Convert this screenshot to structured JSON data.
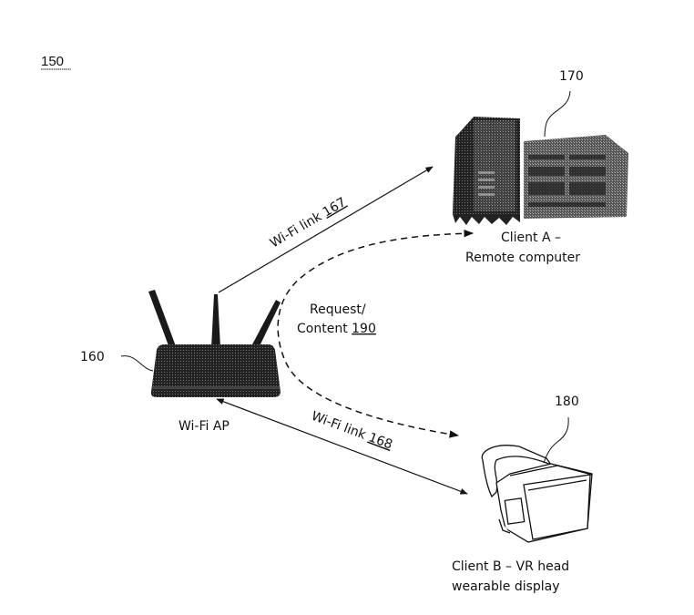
{
  "figure": {
    "reference": "150"
  },
  "nodes": {
    "ap": {
      "ref": "160",
      "label": "Wi-Fi AP",
      "icon": "wifi-router-icon"
    },
    "client_a": {
      "ref": "170",
      "label_line1": "Client A –",
      "label_line2": "Remote computer",
      "icon": "server-computer-icon"
    },
    "client_b": {
      "ref": "180",
      "label_line1": "Client B – VR head",
      "label_line2": "wearable display",
      "icon": "vr-headset-icon"
    }
  },
  "links": {
    "link_a": {
      "label": "Wi-Fi link ",
      "ref": "167",
      "style": "solid",
      "direction": "AP → Client A"
    },
    "link_b": {
      "label": "Wi-Fi link ",
      "ref": "168",
      "style": "solid",
      "direction": "bidirectional AP ↔ Client B"
    },
    "request_content": {
      "label_line1": "Request/",
      "label_line2": "Content ",
      "ref": "190",
      "style": "dashed",
      "direction": "to Client A and Client B"
    }
  }
}
